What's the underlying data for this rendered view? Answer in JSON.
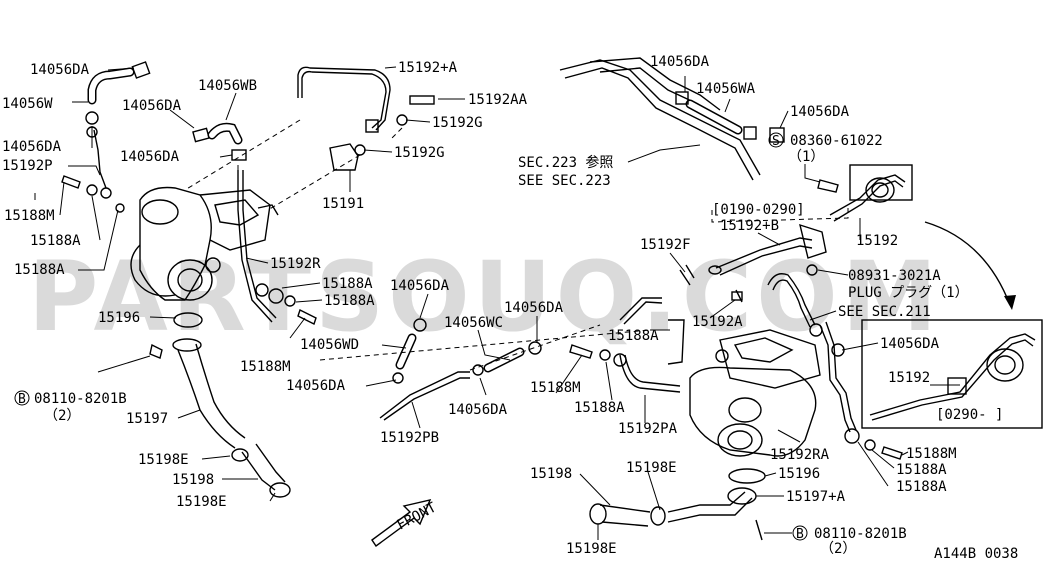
{
  "watermark": "PARTSOUQ.COM",
  "diagram_id": "A144B 0038",
  "front_label": "FRONT",
  "callouts": {
    "c14056DA_a": "14056DA",
    "c14056W": "14056W",
    "c14056DA_b": "14056DA",
    "c14056WB": "14056WB",
    "c14056DA_c": "14056DA",
    "c14056DA_d": "14056DA",
    "c15192P": "15192P",
    "c15188M_a": "15188M",
    "c15188A_a": "15188A",
    "c15188A_b": "15188A",
    "c15192plusA": "15192+A",
    "c15192AA": "15192AA",
    "c15192G_a": "15192G",
    "c15192G_b": "15192G",
    "c15191": "15191",
    "c15192R": "15192R",
    "c15188A_c": "15188A",
    "c15188A_d": "15188A",
    "c15188M_b": "15188M",
    "c15196_a": "15196",
    "c08110_a": "08110-8201B",
    "c08110_a_qty": "（2）",
    "c15197": "15197",
    "c15198E_a": "15198E",
    "c15198_a": "15198",
    "c15198E_b": "15198E",
    "c14056DA_e": "14056DA",
    "c14056WD": "14056WD",
    "c14056DA_f": "14056DA",
    "c14056WC": "14056WC",
    "c14056DA_g": "14056DA",
    "c14056DA_h": "14056DA",
    "c15192PB": "15192PB",
    "c15192F": "15192F",
    "c15188A_e": "15188A",
    "c15188M_c": "15188M",
    "c15188A_f": "15188A",
    "c15192PA": "15192PA",
    "c14056DA_i": "14056DA",
    "c14056WA": "14056WA",
    "c14056DA_j": "14056DA",
    "c08360": "08360-61022",
    "c08360_qty": "（1）",
    "sec223_jp": "SEC.223 参照",
    "sec223_en": "SEE SEC.223",
    "c0190_0290": "[0190-0290]",
    "c15192plusB": "15192+B",
    "c15192_a": "15192",
    "c15192A": "15192A",
    "c08931": "08931-3021A",
    "plug_label": "PLUG プラグ（1）",
    "sec211": "SEE SEC.211",
    "c14056DA_k": "14056DA",
    "c15192_b": "15192",
    "c0290": "[0290-    ]",
    "c15188M_d": "15188M",
    "c15192RA": "15192RA",
    "c15188A_g": "15188A",
    "c15188A_h": "15188A",
    "c15196_b": "15196",
    "c15198_b": "15198",
    "c15198E_c": "15198E",
    "c15197plusA": "15197+A",
    "c08110_b": "08110-8201B",
    "c08110_b_qty": "（2）",
    "c15198E_d": "15198E",
    "circle_S": "S",
    "circle_B": "B"
  }
}
